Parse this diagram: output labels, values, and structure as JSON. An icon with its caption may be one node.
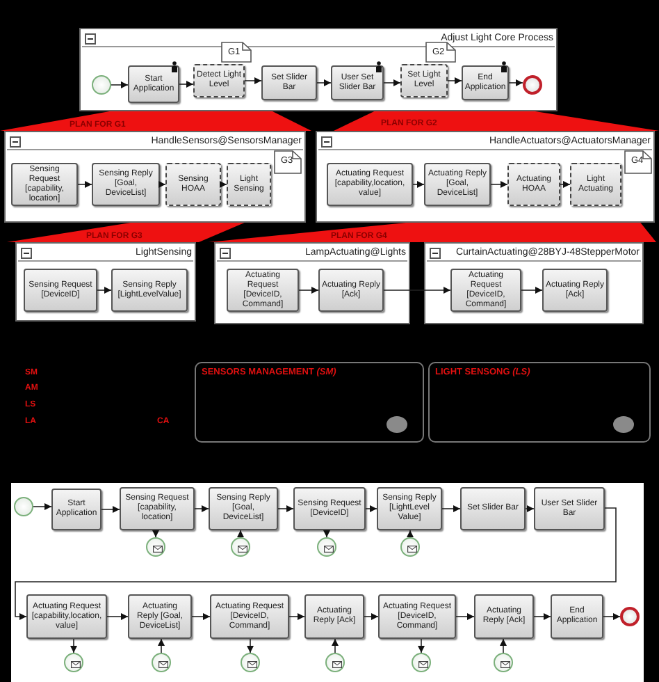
{
  "diagram": {
    "nodes": [
      {
        "text": [
          "Adjust Light Core Process"
        ]
      },
      {
        "text": [],
        "shape": "circle",
        "in": 0
      },
      {
        "text": [
          "Start Application"
        ],
        "in": 0
      },
      {
        "text": [
          "Detect Light Level"
        ],
        "in": 0
      },
      {
        "text": [
          "G1"
        ],
        "in": 0
      },
      {
        "text": [
          "Set Slider Bar"
        ],
        "in": 0
      },
      {
        "text": [
          "User Set Slider Bar"
        ],
        "in": 0
      },
      {
        "text": [
          "Set Light Level"
        ],
        "in": 0
      },
      {
        "text": [
          "G2"
        ],
        "in": 0
      },
      {
        "text": [
          "End Application"
        ],
        "in": 0
      },
      {
        "text": [],
        "shape": "circle",
        "in": 0
      },
      {
        "text": [
          "HandleSensors@SensorsManager"
        ]
      },
      {
        "text": [
          "Sensing Request [capability, location]"
        ],
        "in": 11
      },
      {
        "text": [
          "Sensing Reply [Goal, DeviceList]"
        ],
        "in": 11
      },
      {
        "text": [
          "Sensing HOAA"
        ],
        "in": 11
      },
      {
        "text": [
          "Light Sensing"
        ],
        "in": 11
      },
      {
        "text": [
          "G3"
        ],
        "in": 11
      },
      {
        "text": [
          "HandleActuators@ActuatorsManager"
        ]
      },
      {
        "text": [
          "Actuating Request [capability,location, value]"
        ],
        "in": 17
      },
      {
        "text": [
          "Actuating Reply [Goal, DeviceList]"
        ],
        "in": 17
      },
      {
        "text": [
          "Actuating HOAA"
        ],
        "in": 17
      },
      {
        "text": [
          "Light Actuating"
        ],
        "in": 17
      },
      {
        "text": [
          "G4"
        ],
        "in": 17
      },
      {
        "text": [
          "LightSensing"
        ]
      },
      {
        "text": [
          "Sensing Request [DeviceID]"
        ],
        "in": 23
      },
      {
        "text": [
          "Sensing Reply [LightLevelValue]"
        ],
        "in": 23
      },
      {
        "text": [
          "LampActuating@Lights"
        ]
      },
      {
        "text": [
          "Actuating Request [DeviceID, Command]"
        ],
        "in": 26
      },
      {
        "text": [
          "Actuating Reply [Ack]"
        ],
        "in": 26
      },
      {
        "text": [
          "CurtainActuating@28BYJ-48StepperMotor"
        ]
      },
      {
        "text": [
          "Actuating Request [DeviceID, Command]"
        ],
        "in": 29
      },
      {
        "text": [
          "Actuating Reply [Ack]"
        ],
        "in": 29
      },
      {
        "text": [
          "SENSORS MANAGEMENT *(SM)*"
        ]
      },
      {
        "text": [
          "LIGHT SENSONG *(LS)*"
        ]
      },
      {
        "text": [],
        "shape": "circle"
      },
      {
        "text": [
          "Start Application"
        ]
      },
      {
        "text": [
          "Sensing Request [capability, location]"
        ]
      },
      {
        "text": [
          "Sensing Reply [Goal, DeviceList]"
        ]
      },
      {
        "text": [
          "Sensing Request [DeviceID]"
        ]
      },
      {
        "text": [
          "Sensing Reply [LightLevel Value]"
        ]
      },
      {
        "text": [
          "Set Slider Bar"
        ]
      },
      {
        "text": [
          "User Set Slider Bar"
        ]
      },
      {
        "text": [
          "Actuating Request [capability,location, value]"
        ]
      },
      {
        "text": [
          "Actuating Reply [Goal, DeviceList]"
        ]
      },
      {
        "text": [
          "Actuating Request [DeviceID, Command]"
        ]
      },
      {
        "text": [
          "Actuating Reply [Ack]"
        ]
      },
      {
        "text": [
          "Actuating Request [DeviceID, Command]"
        ]
      },
      {
        "text": [
          "Actuating Reply [Ack]"
        ]
      },
      {
        "text": [
          "End Application"
        ]
      },
      {
        "text": [],
        "shape": "circle"
      },
      {
        "text": [],
        "shape": "circle"
      },
      {
        "text": [],
        "shape": "circle"
      },
      {
        "text": [],
        "shape": "circle"
      },
      {
        "text": [],
        "shape": "circle"
      },
      {
        "text": [],
        "shape": "circle"
      },
      {
        "text": [],
        "shape": "circle"
      },
      {
        "text": [],
        "shape": "circle"
      },
      {
        "text": [],
        "shape": "circle"
      },
      {
        "text": [],
        "shape": "circle"
      },
      {
        "text": [],
        "shape": "circle"
      }
    ],
    "edges": [
      {
        "from": 1,
        "to": 2,
        "arrow": "to"
      },
      {
        "from": 2,
        "to": 3,
        "arrow": "to"
      },
      {
        "from": 3,
        "to": 5,
        "arrow": "to"
      },
      {
        "from": 5,
        "to": 6,
        "arrow": "to"
      },
      {
        "from": 6,
        "to": 7,
        "arrow": "to"
      },
      {
        "from": 7,
        "to": 9,
        "arrow": "to"
      },
      {
        "from": 9,
        "to": 10,
        "arrow": "to"
      },
      {
        "from": 12,
        "to": 13,
        "arrow": "to"
      },
      {
        "from": 13,
        "to": 14,
        "arrow": "to"
      },
      {
        "from": 14,
        "to": 15,
        "arrow": "to"
      },
      {
        "from": 18,
        "to": 19,
        "arrow": "to"
      },
      {
        "from": 19,
        "to": 20,
        "arrow": "to"
      },
      {
        "from": 20,
        "to": 21,
        "arrow": "to"
      },
      {
        "from": 24,
        "to": 25,
        "arrow": "to"
      },
      {
        "from": 27,
        "to": 28,
        "arrow": "to"
      },
      {
        "from": 28,
        "to": 30,
        "arrow": "to"
      },
      {
        "from": 30,
        "to": 31,
        "arrow": "to"
      },
      {
        "from": 34,
        "to": 35,
        "arrow": "to"
      },
      {
        "from": 35,
        "to": 36,
        "arrow": "to"
      },
      {
        "from": 36,
        "to": 37,
        "arrow": "to"
      },
      {
        "from": 37,
        "to": 38,
        "arrow": "to"
      },
      {
        "from": 38,
        "to": 39,
        "arrow": "to"
      },
      {
        "from": 39,
        "to": 40,
        "arrow": "to"
      },
      {
        "from": 40,
        "to": 41,
        "arrow": "to"
      },
      {
        "from": 41,
        "to": 42,
        "arrow": "to"
      },
      {
        "from": 42,
        "to": 43,
        "arrow": "to"
      },
      {
        "from": 43,
        "to": 44,
        "arrow": "to"
      },
      {
        "from": 44,
        "to": 45,
        "arrow": "to"
      },
      {
        "from": 45,
        "to": 46,
        "arrow": "to"
      },
      {
        "from": 46,
        "to": 47,
        "arrow": "to"
      },
      {
        "from": 47,
        "to": 48,
        "arrow": "to"
      },
      {
        "from": 48,
        "to": 49,
        "arrow": "to"
      },
      {
        "from": 36,
        "to": 50,
        "arrow": "to"
      },
      {
        "from": 51,
        "to": 37,
        "arrow": "to"
      },
      {
        "from": 38,
        "to": 52,
        "arrow": "to"
      },
      {
        "from": 53,
        "to": 39,
        "arrow": "to"
      },
      {
        "from": 42,
        "to": 54,
        "arrow": "to"
      },
      {
        "from": 55,
        "to": 43,
        "arrow": "to"
      },
      {
        "from": 44,
        "to": 56,
        "arrow": "to"
      },
      {
        "from": 57,
        "to": 45,
        "arrow": "to"
      },
      {
        "from": 46,
        "to": 58,
        "arrow": "to"
      },
      {
        "from": 59,
        "to": 47,
        "arrow": "to"
      }
    ],
    "labels": [
      "PLAN FOR G1",
      "PLAN FOR G2",
      "PLAN FOR G3",
      "PLAN FOR G4",
      "SM",
      "AM",
      "LS",
      "LA",
      "CA"
    ]
  }
}
